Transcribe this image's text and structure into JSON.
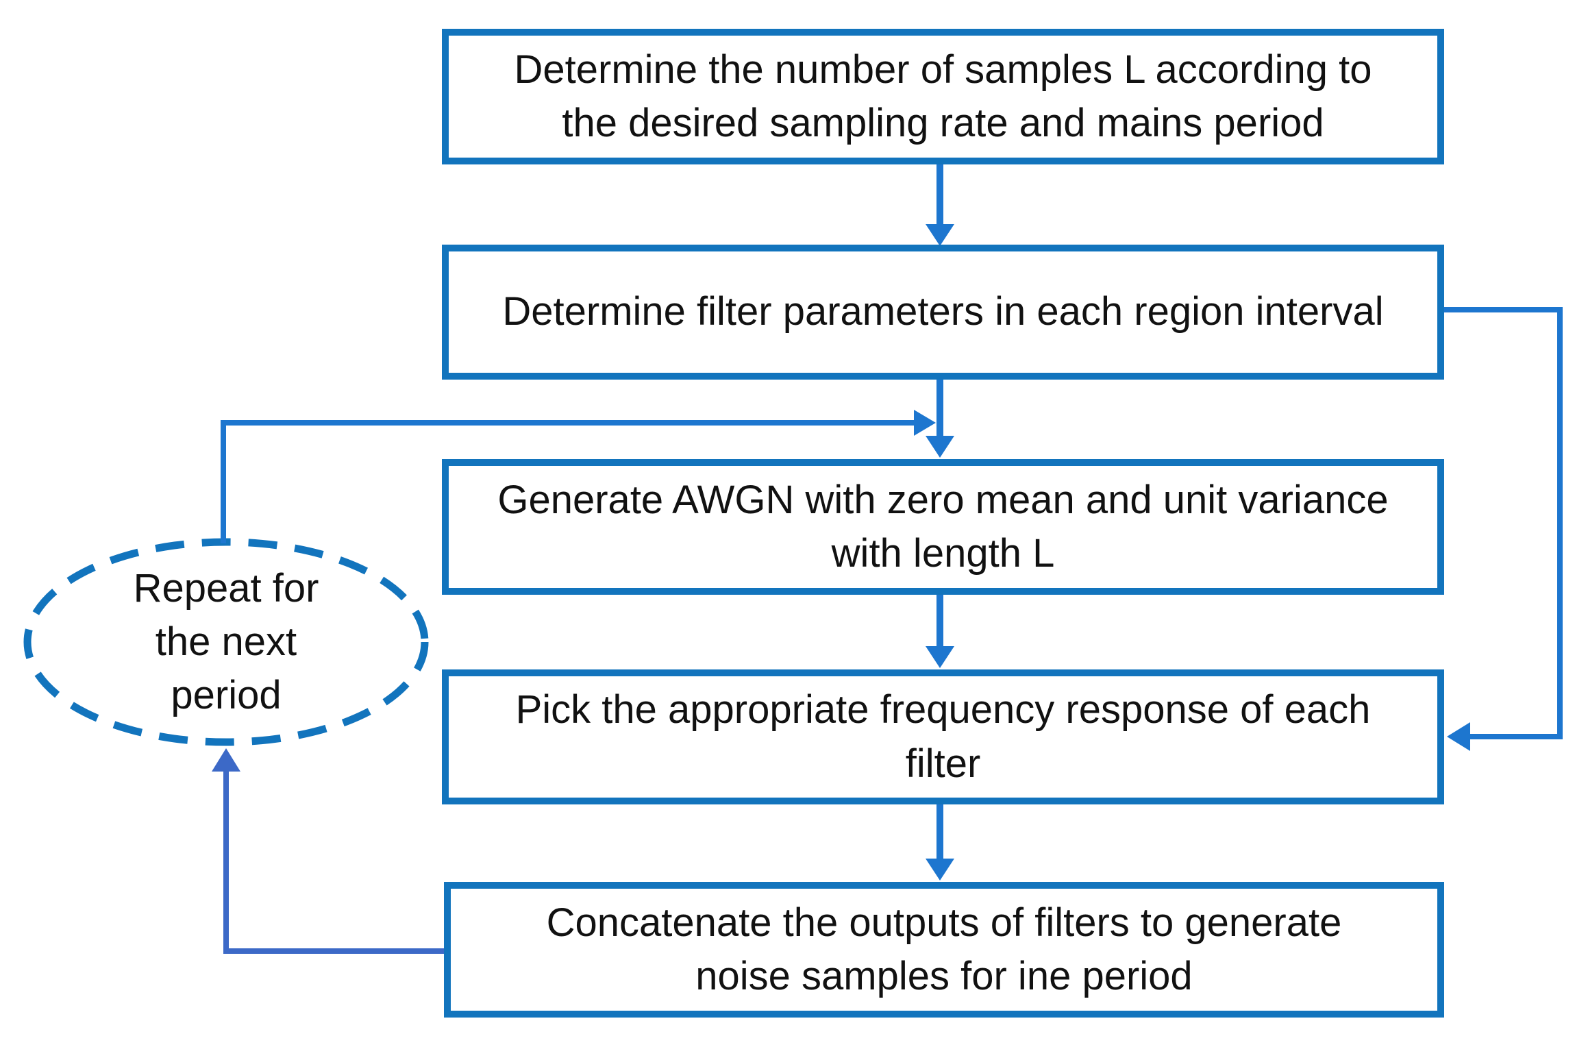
{
  "figure": {
    "type": "flowchart",
    "description": "Noise-generation procedure flowchart with a repeat loop"
  },
  "colors": {
    "box_border": "#1274BD",
    "connector": "#1D76CF",
    "loop_arrowhead": "#3C69C7",
    "text": "#111111",
    "background": "#FFFFFF"
  },
  "boxes": [
    {
      "id": "determine-samples",
      "label": "Determine the number of samples L according to\nthe desired sampling rate and mains period"
    },
    {
      "id": "determine-filter-params",
      "label": "Determine filter parameters in each region interval"
    },
    {
      "id": "generate-awgn",
      "label": "Generate AWGN with zero mean and unit variance\nwith length L"
    },
    {
      "id": "pick-frequency-response",
      "label": "Pick the appropriate frequency response of each\nfilter"
    },
    {
      "id": "concatenate-outputs",
      "label": "Concatenate the outputs of filters to generate\nnoise samples for ine period"
    }
  ],
  "ellipse": {
    "id": "repeat-ellipse",
    "label": "Repeat for\nthe next\nperiod",
    "border_style": "dashed"
  },
  "edges": [
    {
      "from": "determine-samples",
      "to": "determine-filter-params",
      "via": "down"
    },
    {
      "from": "determine-filter-params",
      "to": "generate-awgn",
      "via": "down"
    },
    {
      "from": "generate-awgn",
      "to": "pick-frequency-response",
      "via": "down"
    },
    {
      "from": "pick-frequency-response",
      "to": "concatenate-outputs",
      "via": "down"
    },
    {
      "from": "determine-filter-params",
      "to": "pick-frequency-response",
      "via": "right-side"
    },
    {
      "from": "concatenate-outputs",
      "to": "repeat-ellipse",
      "via": "left-side"
    },
    {
      "from": "repeat-ellipse",
      "to": "generate-awgn",
      "via": "left-side"
    }
  ]
}
